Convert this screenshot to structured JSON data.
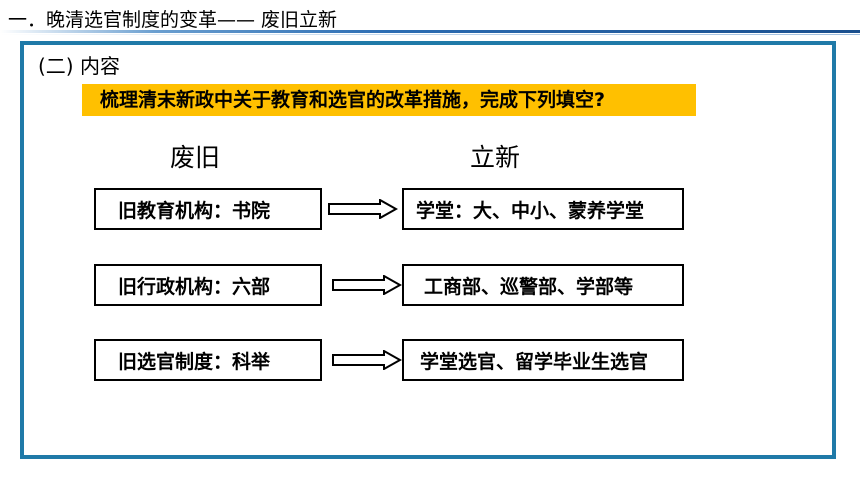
{
  "header": {
    "title": "一．晚清选官制度的变革——  废旧立新"
  },
  "section": {
    "label": "(二) 内容"
  },
  "instruction": {
    "text": "梳理清末新政中关于教育和选官的改革措施，完成下列填空?"
  },
  "columns": {
    "old_label": "废旧",
    "new_label": "立新"
  },
  "rows": [
    {
      "old": "旧教育机构：书院",
      "new": "学堂：大、中小、蒙养学堂"
    },
    {
      "old": "旧行政机构：六部",
      "new": "工商部、巡警部、学部等"
    },
    {
      "old": "旧选官制度：科举",
      "new": "学堂选官、留学毕业生选官"
    }
  ],
  "colors": {
    "frame": "#1f7aa8",
    "highlight": "#ffc000",
    "header_rule": "#1a4f8e"
  },
  "icons": {
    "connector": "double-arrow-right-icon"
  }
}
